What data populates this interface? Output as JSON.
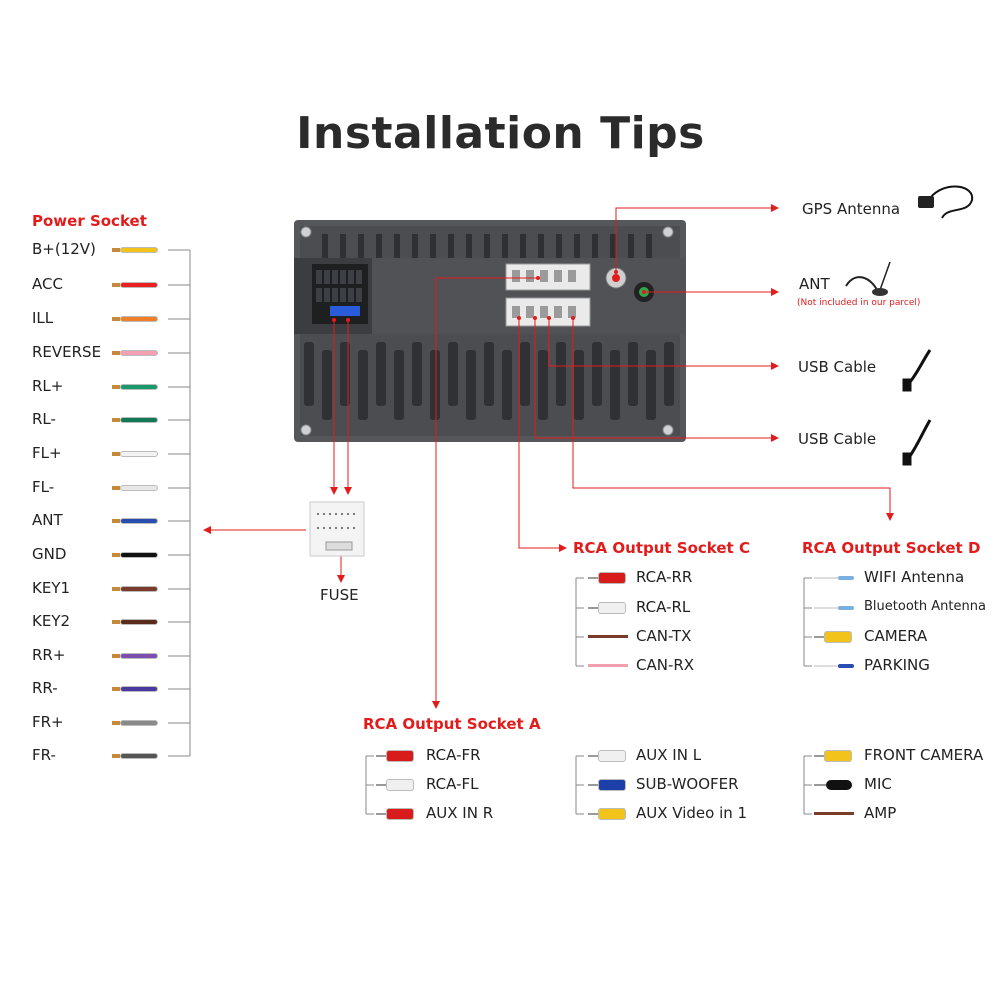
{
  "title": "Installation Tips",
  "power_socket": {
    "heading": "Power Socket",
    "wires": [
      {
        "label": "B+(12V)",
        "color": "#f2c31b"
      },
      {
        "label": "ACC",
        "color": "#e82020"
      },
      {
        "label": "ILL",
        "color": "#f07d28"
      },
      {
        "label": "REVERSE",
        "color": "#f4a0b4"
      },
      {
        "label": "RL+",
        "color": "#1a9a6c"
      },
      {
        "label": "RL-",
        "color": "#0f7a55"
      },
      {
        "label": "FL+",
        "color": "#f2f2f2"
      },
      {
        "label": "FL-",
        "color": "#e8e8e8"
      },
      {
        "label": "ANT",
        "color": "#2a4db0"
      },
      {
        "label": "GND",
        "color": "#111111"
      },
      {
        "label": "KEY1",
        "color": "#7a3b2a"
      },
      {
        "label": "KEY2",
        "color": "#5a2a1a"
      },
      {
        "label": "RR+",
        "color": "#7a4fb0"
      },
      {
        "label": "RR-",
        "color": "#4a3aa0"
      },
      {
        "label": "FR+",
        "color": "#8a8a8a"
      },
      {
        "label": "FR-",
        "color": "#555555"
      }
    ]
  },
  "fuse_label": "FUSE",
  "gps": {
    "label": "GPS Antenna"
  },
  "ant": {
    "label": "ANT",
    "note": "(Not included in our parcel)"
  },
  "usb1": {
    "label": "USB Cable"
  },
  "usb2": {
    "label": "USB Cable"
  },
  "socket_a": {
    "heading": "RCA Output Socket A",
    "items": [
      {
        "label": "RCA-FR",
        "type": "rca",
        "color": "#d81c1c"
      },
      {
        "label": "RCA-FL",
        "type": "rca",
        "color": "#f0f0f0"
      },
      {
        "label": "AUX IN R",
        "type": "rca",
        "color": "#d81c1c"
      }
    ]
  },
  "socket_b": {
    "items": [
      {
        "label": "AUX IN L",
        "type": "rca",
        "color": "#f0f0f0"
      },
      {
        "label": "SUB-WOOFER",
        "type": "rca",
        "color": "#1c3fa8"
      },
      {
        "label": "AUX Video in 1",
        "type": "rca",
        "color": "#f2c31b"
      }
    ]
  },
  "socket_c": {
    "heading": "RCA Output Socket C",
    "items": [
      {
        "label": "RCA-RR",
        "type": "rca",
        "color": "#d81c1c"
      },
      {
        "label": "RCA-RL",
        "type": "rca",
        "color": "#f0f0f0"
      },
      {
        "label": "CAN-TX",
        "type": "wire",
        "color": "#7a3b2a"
      },
      {
        "label": "CAN-RX",
        "type": "wire",
        "color": "#f2a0b0"
      }
    ]
  },
  "socket_d": {
    "heading": "RCA Output Socket D",
    "items": [
      {
        "label": "WIFI Antenna",
        "type": "thin",
        "color": "#7ab0e0"
      },
      {
        "label": "Bluetooth Antenna",
        "type": "thin",
        "color": "#7ab0e0"
      },
      {
        "label": "CAMERA",
        "type": "rca",
        "color": "#f2c31b"
      },
      {
        "label": "PARKING",
        "type": "thin",
        "color": "#2a4db0"
      }
    ]
  },
  "socket_e": {
    "items": [
      {
        "label": "FRONT CAMERA",
        "type": "rca",
        "color": "#f2c31b"
      },
      {
        "label": "MIC",
        "type": "jack",
        "color": "#111111"
      },
      {
        "label": "AMP",
        "type": "wire",
        "color": "#7a3b2a"
      }
    ]
  },
  "colors": {
    "accent_red": "#e21b1b",
    "unit_gray": "#5d5f63",
    "unit_dark": "#3f4145"
  }
}
